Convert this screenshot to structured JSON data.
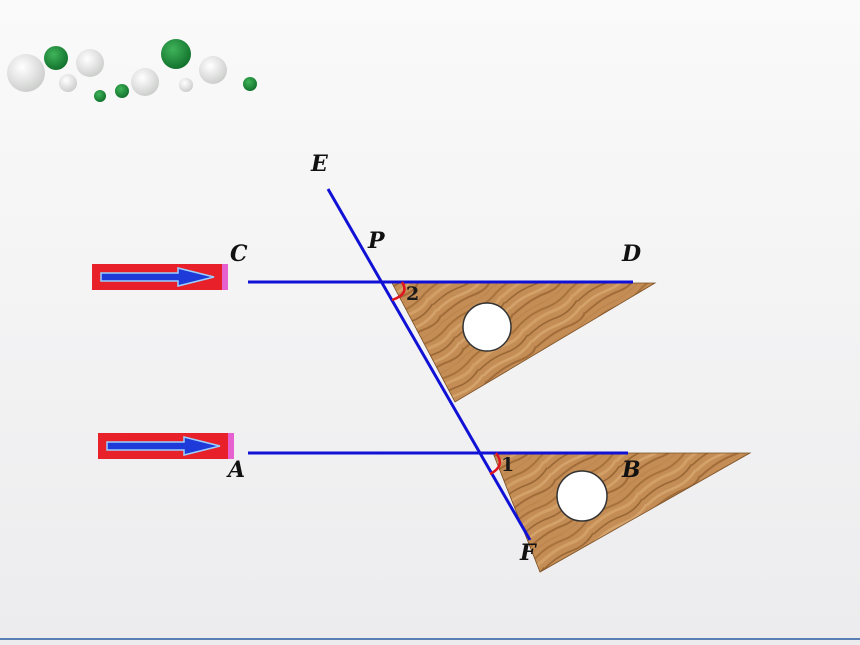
{
  "diagram": {
    "points": {
      "E": "E",
      "P": "P",
      "C": "C",
      "D": "D",
      "A": "A",
      "B": "B",
      "F": "F"
    },
    "angles": {
      "angle_1": "1",
      "angle_2": "2"
    },
    "colors": {
      "line": "#1111d6",
      "angle_mark": "#e0141e",
      "arrow_body": "#e8202a",
      "arrow_fill": "#1e3ad8",
      "arrow_tip": "#e660d0",
      "wood_light": "#c8935a",
      "wood_dark": "#8a5a2b",
      "dot_green": "#1e8c3a",
      "dot_grey": "#d9dbd9",
      "bottom_rule": "#5a7fb4"
    },
    "decor": {
      "logo": "green-and-grey-dot-cluster",
      "set_square_hole": "circle"
    }
  }
}
